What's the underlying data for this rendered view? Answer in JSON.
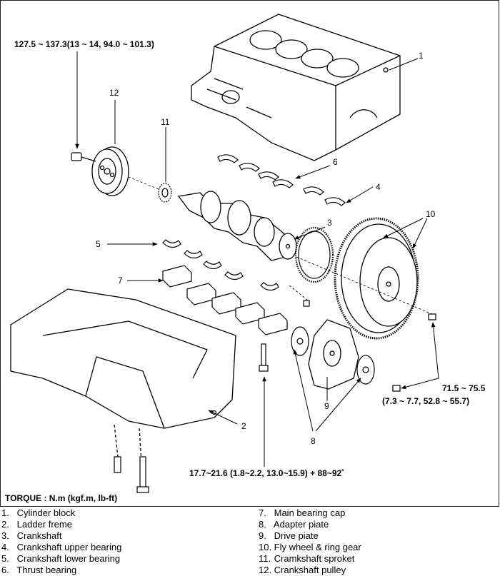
{
  "torque_specs": {
    "pulley_bolt": "127.5 ~ 137.3(13 ~ 14, 94.0 ~ 101.3)",
    "flywheel_bolt_line1": "71.5 ~ 75.5",
    "flywheel_bolt_line2": "(7.3 ~ 7.7, 52.8 ~ 55.7)",
    "bearing_cap_bolt": "17.7~21.6 (1.8~2.2, 13.0~15.9) + 88~92˚"
  },
  "torque_title": "TORQUE : N.m (kgf.m, lb-ft)",
  "callouts": [
    "1",
    "2",
    "3",
    "4",
    "5",
    "6",
    "7",
    "8",
    "9",
    "10",
    "11",
    "12"
  ],
  "legend": {
    "left": [
      {
        "num": "1.",
        "name": "Cylinder block"
      },
      {
        "num": "2.",
        "name": "Ladder freme"
      },
      {
        "num": "3.",
        "name": "Crankshaft"
      },
      {
        "num": "4.",
        "name": "Crankshaft upper bearing"
      },
      {
        "num": "5.",
        "name": "Crankshaft lower bearing"
      },
      {
        "num": "6.",
        "name": "Thrust bearing"
      }
    ],
    "right": [
      {
        "num": "7.",
        "name": "Main bearing cap"
      },
      {
        "num": "8.",
        "name": "Adapter piate"
      },
      {
        "num": "9.",
        "name": "Drive piate"
      },
      {
        "num": "10.",
        "name": "Fly wheel & ring gear"
      },
      {
        "num": "11.",
        "name": "Cramkshaft sproket"
      },
      {
        "num": "12.",
        "name": "Crankshaft pulley"
      }
    ]
  },
  "colors": {
    "line": "#000000",
    "background": "#ffffff"
  }
}
